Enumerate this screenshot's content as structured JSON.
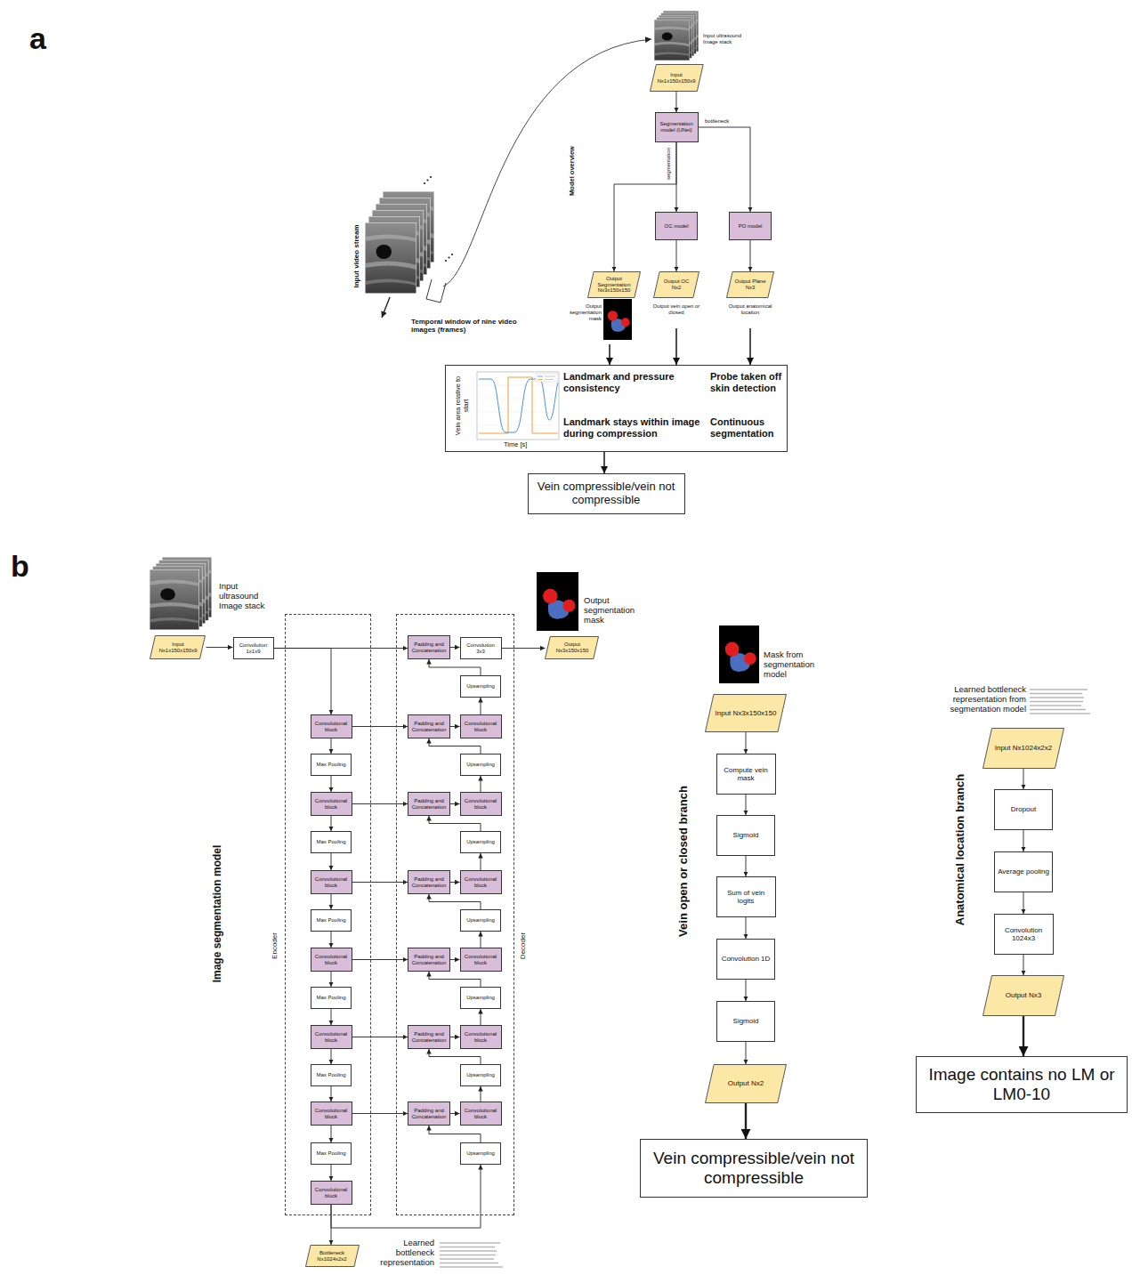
{
  "diagram": {
    "nodes": [
      {
        "text": [
          "Input Nx1x150x150x9"
        ]
      },
      {
        "text": [
          "Segmentation model (UNet)"
        ]
      },
      {
        "text": [
          "OC model"
        ]
      },
      {
        "text": [
          "PO model"
        ]
      },
      {
        "text": [
          "Output Segmentation Nx3x150x150",
          "Output segmentation mask"
        ]
      },
      {
        "text": [
          "Output OC Nx2",
          "Output vein open or closed"
        ]
      },
      {
        "text": [
          "Output Plane Nx3",
          "Output anatomical location"
        ]
      },
      {
        "text": [
          "Landmark and pressure consistency",
          "Probe taken off skin detection",
          "Landmark stays within image during compression",
          "Continuous segmentation"
        ]
      },
      {
        "text": [
          "Vein compressible/vein not compressible"
        ]
      },
      {
        "text": [
          "Input Nx1x150x150x9"
        ]
      },
      {
        "text": [
          "Convolution 1x1x9"
        ]
      },
      {
        "text": [
          "Encoder"
        ]
      },
      {
        "text": [
          "Convolutional block"
        ],
        "in": 11
      },
      {
        "text": [
          "Max Pooling"
        ],
        "in": 11
      },
      {
        "text": [
          "Convolutional block"
        ],
        "in": 11
      },
      {
        "text": [
          "Max Pooling"
        ],
        "in": 11
      },
      {
        "text": [
          "Convolutional block"
        ],
        "in": 11
      },
      {
        "text": [
          "Max Pooling"
        ],
        "in": 11
      },
      {
        "text": [
          "Convolutional block"
        ],
        "in": 11
      },
      {
        "text": [
          "Max Pooling"
        ],
        "in": 11
      },
      {
        "text": [
          "Convolutional block"
        ],
        "in": 11
      },
      {
        "text": [
          "Max Pooling"
        ],
        "in": 11
      },
      {
        "text": [
          "Convolutional block"
        ],
        "in": 11
      },
      {
        "text": [
          "Max Pooling"
        ],
        "in": 11
      },
      {
        "text": [
          "Convolutional block"
        ],
        "in": 11
      },
      {
        "text": [
          "Decoder"
        ]
      },
      {
        "text": [
          "Padding and Concatenation"
        ],
        "in": 25
      },
      {
        "text": [
          "Convolution 3x3"
        ],
        "in": 25
      },
      {
        "text": [
          "Upsampling"
        ],
        "in": 25
      },
      {
        "text": [
          "Padding and Concatenation"
        ],
        "in": 25
      },
      {
        "text": [
          "Convolutional block"
        ],
        "in": 25
      },
      {
        "text": [
          "Upsampling"
        ],
        "in": 25
      },
      {
        "text": [
          "Padding and Concatenation"
        ],
        "in": 25
      },
      {
        "text": [
          "Convolutional block"
        ],
        "in": 25
      },
      {
        "text": [
          "Upsampling"
        ],
        "in": 25
      },
      {
        "text": [
          "Padding and Concatenation"
        ],
        "in": 25
      },
      {
        "text": [
          "Convolutional block"
        ],
        "in": 25
      },
      {
        "text": [
          "Upsampling"
        ],
        "in": 25
      },
      {
        "text": [
          "Padding and Concatenation"
        ],
        "in": 25
      },
      {
        "text": [
          "Convolutional block"
        ],
        "in": 25
      },
      {
        "text": [
          "Upsampling"
        ],
        "in": 25
      },
      {
        "text": [
          "Padding and Concatenation"
        ],
        "in": 25
      },
      {
        "text": [
          "Convolutional block"
        ],
        "in": 25
      },
      {
        "text": [
          "Upsampling"
        ],
        "in": 25
      },
      {
        "text": [
          "Padding and Concatenation"
        ],
        "in": 25
      },
      {
        "text": [
          "Convolutional block"
        ],
        "in": 25
      },
      {
        "text": [
          "Upsampling"
        ],
        "in": 25
      },
      {
        "text": [
          "Output Nx3x150x150"
        ]
      },
      {
        "text": [
          "Bottleneck Nx1024x2x2"
        ]
      },
      {
        "text": [
          "Input Nx3x150x150"
        ]
      },
      {
        "text": [
          "Compute vein mask"
        ]
      },
      {
        "text": [
          "Sigmoid"
        ]
      },
      {
        "text": [
          "Sum of vein logits"
        ]
      },
      {
        "text": [
          "Convolution 1D"
        ]
      },
      {
        "text": [
          "Sigmoid"
        ]
      },
      {
        "text": [
          "Output Nx2"
        ]
      },
      {
        "text": [
          "Vein compressible/vein not compressible"
        ]
      },
      {
        "text": [
          "Input Nx1024x2x2"
        ]
      },
      {
        "text": [
          "Dropout"
        ]
      },
      {
        "text": [
          "Average pooling"
        ]
      },
      {
        "text": [
          "Convolution 1024x3"
        ]
      },
      {
        "text": [
          "Output Nx3"
        ]
      },
      {
        "text": [
          "Image contains no LM or LM0-10"
        ]
      }
    ],
    "edges": [
      {
        "from": 0,
        "to": 1,
        "arrow": "to"
      },
      {
        "from": 1,
        "to": 3,
        "arrow": "to",
        "label": "bottleneck"
      },
      {
        "from": 1,
        "to": 4,
        "arrow": "to"
      },
      {
        "from": 1,
        "to": 2,
        "arrow": "to",
        "label": "segmentation"
      },
      {
        "from": 2,
        "to": 5,
        "arrow": "to"
      },
      {
        "from": 3,
        "to": 6,
        "arrow": "to"
      },
      {
        "from": 4,
        "to": 7,
        "arrow": "to"
      },
      {
        "from": 5,
        "to": 7,
        "arrow": "to"
      },
      {
        "from": 6,
        "to": 7,
        "arrow": "to"
      },
      {
        "from": 7,
        "to": 8,
        "arrow": "to"
      },
      {
        "from": 9,
        "to": 10,
        "arrow": "to"
      },
      {
        "from": 10,
        "to": 26,
        "arrow": "to"
      },
      {
        "from": 10,
        "to": 12,
        "arrow": "to"
      },
      {
        "from": 12,
        "to": 13,
        "arrow": "to"
      },
      {
        "from": 13,
        "to": 14,
        "arrow": "to"
      },
      {
        "from": 14,
        "to": 15,
        "arrow": "to"
      },
      {
        "from": 15,
        "to": 16,
        "arrow": "to"
      },
      {
        "from": 16,
        "to": 17,
        "arrow": "to"
      },
      {
        "from": 17,
        "to": 18,
        "arrow": "to"
      },
      {
        "from": 18,
        "to": 19,
        "arrow": "to"
      },
      {
        "from": 19,
        "to": 20,
        "arrow": "to"
      },
      {
        "from": 20,
        "to": 21,
        "arrow": "to"
      },
      {
        "from": 21,
        "to": 22,
        "arrow": "to"
      },
      {
        "from": 22,
        "to": 23,
        "arrow": "to"
      },
      {
        "from": 23,
        "to": 24,
        "arrow": "to"
      },
      {
        "from": 12,
        "to": 29,
        "arrow": "to"
      },
      {
        "from": 14,
        "to": 32,
        "arrow": "to"
      },
      {
        "from": 16,
        "to": 35,
        "arrow": "to"
      },
      {
        "from": 18,
        "to": 38,
        "arrow": "to"
      },
      {
        "from": 20,
        "to": 41,
        "arrow": "to"
      },
      {
        "from": 22,
        "to": 44,
        "arrow": "to"
      },
      {
        "from": 24,
        "to": 48,
        "arrow": "to"
      },
      {
        "from": 24,
        "to": 46,
        "arrow": "to"
      },
      {
        "from": 46,
        "to": 44,
        "arrow": "to"
      },
      {
        "from": 44,
        "to": 45,
        "arrow": "to"
      },
      {
        "from": 45,
        "to": 43,
        "arrow": "to"
      },
      {
        "from": 43,
        "to": 41,
        "arrow": "to"
      },
      {
        "from": 41,
        "to": 42,
        "arrow": "to"
      },
      {
        "from": 42,
        "to": 40,
        "arrow": "to"
      },
      {
        "from": 40,
        "to": 38,
        "arrow": "to"
      },
      {
        "from": 38,
        "to": 39,
        "arrow": "to"
      },
      {
        "from": 39,
        "to": 37,
        "arrow": "to"
      },
      {
        "from": 37,
        "to": 35,
        "arrow": "to"
      },
      {
        "from": 35,
        "to": 36,
        "arrow": "to"
      },
      {
        "from": 36,
        "to": 34,
        "arrow": "to"
      },
      {
        "from": 34,
        "to": 32,
        "arrow": "to"
      },
      {
        "from": 32,
        "to": 33,
        "arrow": "to"
      },
      {
        "from": 33,
        "to": 31,
        "arrow": "to"
      },
      {
        "from": 31,
        "to": 29,
        "arrow": "to"
      },
      {
        "from": 29,
        "to": 30,
        "arrow": "to"
      },
      {
        "from": 30,
        "to": 28,
        "arrow": "to"
      },
      {
        "from": 28,
        "to": 26,
        "arrow": "to"
      },
      {
        "from": 26,
        "to": 27,
        "arrow": "to"
      },
      {
        "from": 27,
        "to": 47,
        "arrow": "to"
      },
      {
        "from": 49,
        "to": 50,
        "arrow": "to"
      },
      {
        "from": 50,
        "to": 51,
        "arrow": "to"
      },
      {
        "from": 51,
        "to": 52,
        "arrow": "to"
      },
      {
        "from": 52,
        "to": 53,
        "arrow": "to"
      },
      {
        "from": 53,
        "to": 54,
        "arrow": "to"
      },
      {
        "from": 54,
        "to": 55,
        "arrow": "to"
      },
      {
        "from": 55,
        "to": 56,
        "arrow": "to"
      },
      {
        "from": 57,
        "to": 58,
        "arrow": "to"
      },
      {
        "from": 58,
        "to": 59,
        "arrow": "to"
      },
      {
        "from": 59,
        "to": 60,
        "arrow": "to"
      },
      {
        "from": 60,
        "to": 61,
        "arrow": "to"
      },
      {
        "from": 61,
        "to": 62,
        "arrow": "to"
      }
    ],
    "labels": [
      "a",
      "Input ultrasound Image stack",
      "Model overview",
      "Input video stream",
      "Temporal window of nine video images (frames)",
      "Vein area relative to start",
      "Time [s]",
      "b",
      "Input ultrasound Image stack",
      "Output segmentation mask",
      "Image segmentation model",
      "Learned bottleneck representation",
      "Mask from segmentation model",
      "Vein open or closed branch",
      "Learned bottleneck representation from segmentation model",
      "Anatomical location branch"
    ]
  }
}
